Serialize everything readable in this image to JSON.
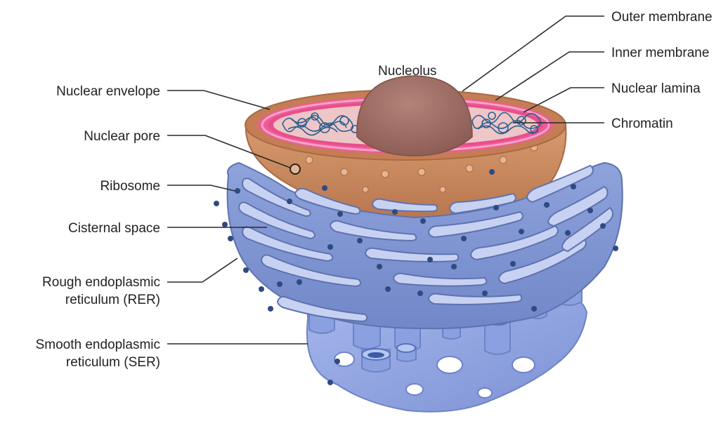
{
  "labels": {
    "nucleolus": "Nucleolus",
    "outer_membrane": "Outer membrane",
    "inner_membrane": "Inner membrane",
    "nuclear_lamina": "Nuclear lamina",
    "chromatin": "Chromatin",
    "nuclear_envelope": "Nuclear envelope",
    "nuclear_pore": "Nuclear pore",
    "ribosome": "Ribosome",
    "cisternal_space": "Cisternal space",
    "rer_line1": "Rough endoplasmic",
    "rer_line2": "reticulum (RER)",
    "ser_line1": "Smooth endoplasmic",
    "ser_line2": "reticulum (SER)"
  },
  "colors": {
    "nucleus_shell": "#c98a5e",
    "nucleus_rim": "#b5714a",
    "membrane_pink": "#ee5b96",
    "nucleolus": "#9c6b61",
    "chromatin": "#2b5f8d",
    "er_blue": "#8fa5dd",
    "er_dark": "#6678b3",
    "ribosome": "#2f4a80"
  }
}
